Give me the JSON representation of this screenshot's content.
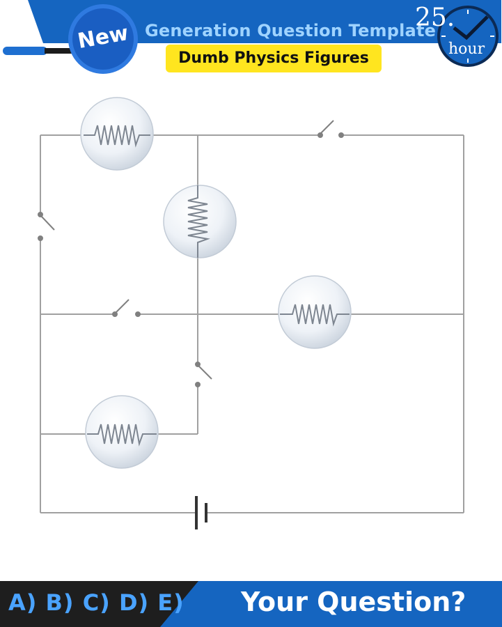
{
  "header": {
    "badge_label": "New",
    "title": "Generation Question Template",
    "subtitle": "Dumb Physics Figures",
    "hours_number": "25.",
    "hours_unit": "hour"
  },
  "footer": {
    "answer_choices": "A) B) C) D) E)",
    "prompt": "Your Question?"
  },
  "colors": {
    "brand_blue": "#1565c0",
    "title_light_blue": "#9fd3ff",
    "subtitle_yellow": "#ffe51f",
    "footer_dark": "#1e1e1e",
    "wire_gray": "#a0a0a0"
  },
  "icons": [
    "magnifier-icon",
    "clock-icon",
    "resistor-bulb-icon",
    "switch-icon",
    "battery-icon"
  ]
}
